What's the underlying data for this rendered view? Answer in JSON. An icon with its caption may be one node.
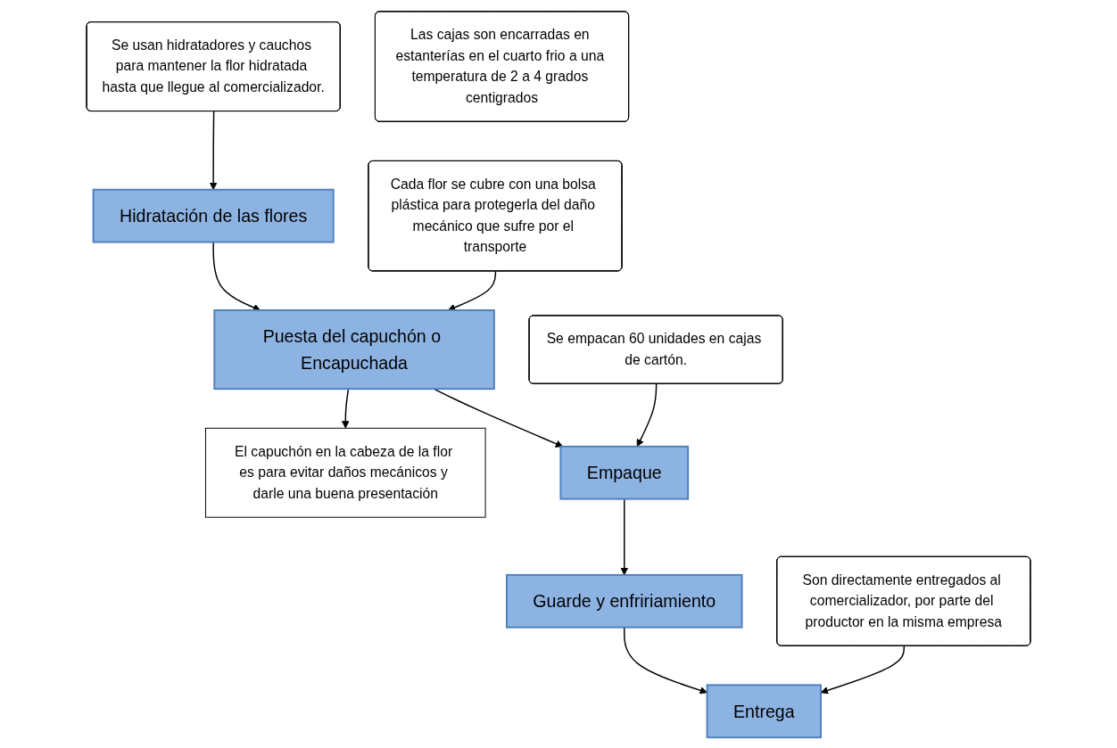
{
  "diagram": {
    "nodes": [
      {
        "text": [
          "Se usan hidratadores y cauchos para mantener la flor hidratada hasta que llegue al comercializador."
        ]
      },
      {
        "text": [
          "Hidratación de las flores"
        ]
      },
      {
        "text": [
          "El capuchón en la cabeza de la flor es para evitar daños mecánicos y darle una buena presentación"
        ]
      },
      {
        "text": [
          "Cada flor se cubre con una bolsa plástica para protegerla del daño mecánico que sufre por el transporte"
        ]
      },
      {
        "text": [
          "Puesta del capuchón o Encapuchada"
        ]
      },
      {
        "text": [
          "Se empacan 60 unidades en cajas de cartón."
        ]
      },
      {
        "text": [
          "Empaque"
        ]
      },
      {
        "text": [
          "Las cajas son encarradas en estanterías en el cuarto frio a una temperatura de 2 a 4 grados centigrados"
        ]
      },
      {
        "text": [
          "Guarde y enfririamiento"
        ]
      },
      {
        "text": [
          "Son directamente entregados al comercializador, por parte del productor en la misma empresa"
        ]
      },
      {
        "text": [
          "Entrega"
        ]
      }
    ],
    "edges": [
      {
        "from": 0,
        "to": 1,
        "arrow": "to"
      },
      {
        "from": 1,
        "to": 4,
        "arrow": "to"
      },
      {
        "from": 3,
        "to": 4,
        "arrow": "to"
      },
      {
        "from": 4,
        "to": 2,
        "arrow": "to"
      },
      {
        "from": 4,
        "to": 6,
        "arrow": "to"
      },
      {
        "from": 5,
        "to": 6,
        "arrow": "to"
      },
      {
        "from": 6,
        "to": 8,
        "arrow": "to"
      },
      {
        "from": 8,
        "to": 10,
        "arrow": "to"
      },
      {
        "from": 9,
        "to": 10,
        "arrow": "to"
      }
    ]
  }
}
